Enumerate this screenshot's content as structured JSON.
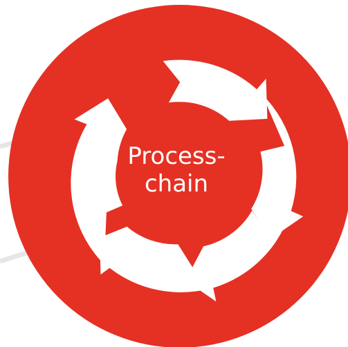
{
  "diagram": {
    "center_label_line1": "Process-",
    "center_label_line2": "chain",
    "colors": {
      "circle": "#E43124",
      "arrows": "#FFFFFF",
      "connector_lines": "#E6E6E6"
    },
    "icon": "cycle-arrows-icon",
    "segments": 5
  }
}
